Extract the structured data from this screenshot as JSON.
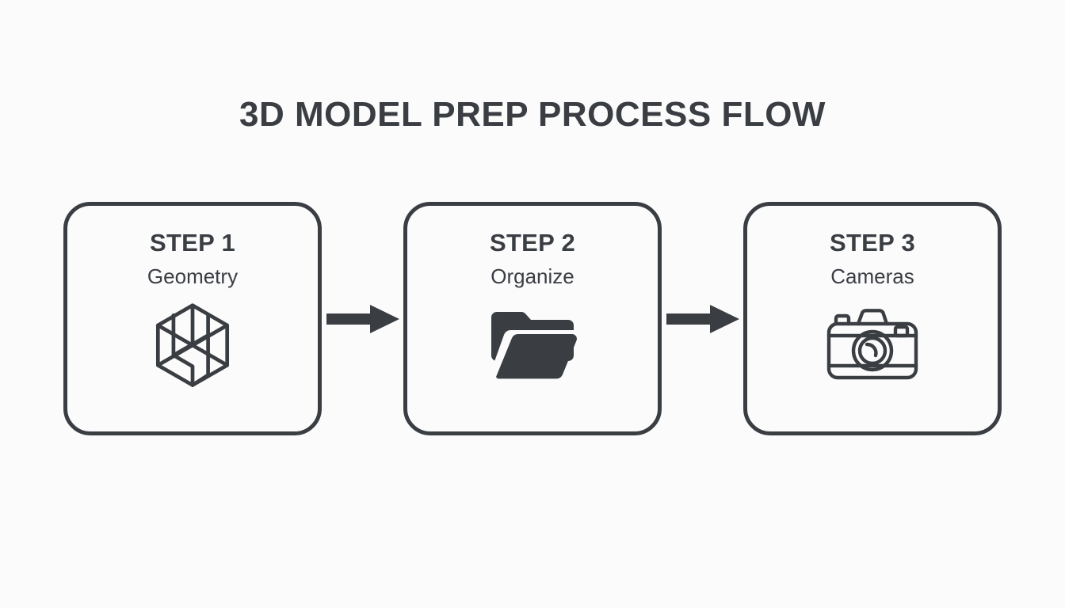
{
  "page": {
    "title": "3D MODEL PREP PROCESS FLOW",
    "background_color": "#fbfbfb",
    "ink_color": "#3a3e43"
  },
  "flow": {
    "steps": [
      {
        "step_label": "STEP 1",
        "name": "Geometry",
        "icon": "wireframe-cube-icon"
      },
      {
        "step_label": "STEP 2",
        "name": "Organize",
        "icon": "open-folder-icon"
      },
      {
        "step_label": "STEP 3",
        "name": "Cameras",
        "icon": "camera-icon"
      }
    ],
    "connectors": [
      {
        "icon": "arrow-right-icon"
      },
      {
        "icon": "arrow-right-icon"
      }
    ]
  }
}
